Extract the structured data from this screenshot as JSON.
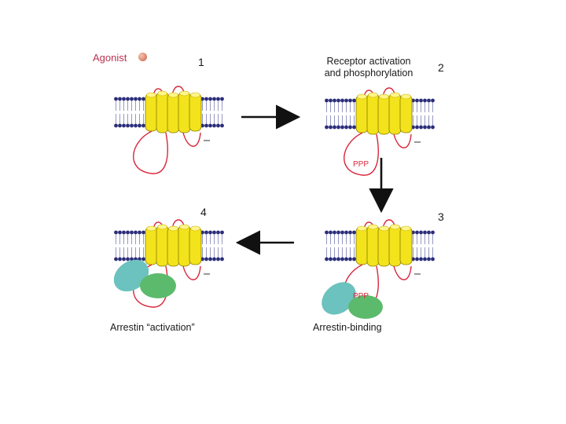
{
  "agonist_label": "Agonist",
  "steps": [
    {
      "number": "1",
      "caption": ""
    },
    {
      "number": "2",
      "caption_line1": "Receptor activation",
      "caption_line2": "and phosphorylation"
    },
    {
      "number": "3",
      "caption": "Arrestin-binding"
    },
    {
      "number": "4",
      "caption": "Arrestin “activation”"
    }
  ],
  "phospho_label": "PPP",
  "colors": {
    "membrane": "#2b2d7a",
    "helix": "#f2e31c",
    "loops": "#d8283c",
    "arrestin_teal": "#6cc2be",
    "arrestin_green": "#5cba6c",
    "agonist": "#c9614b"
  }
}
